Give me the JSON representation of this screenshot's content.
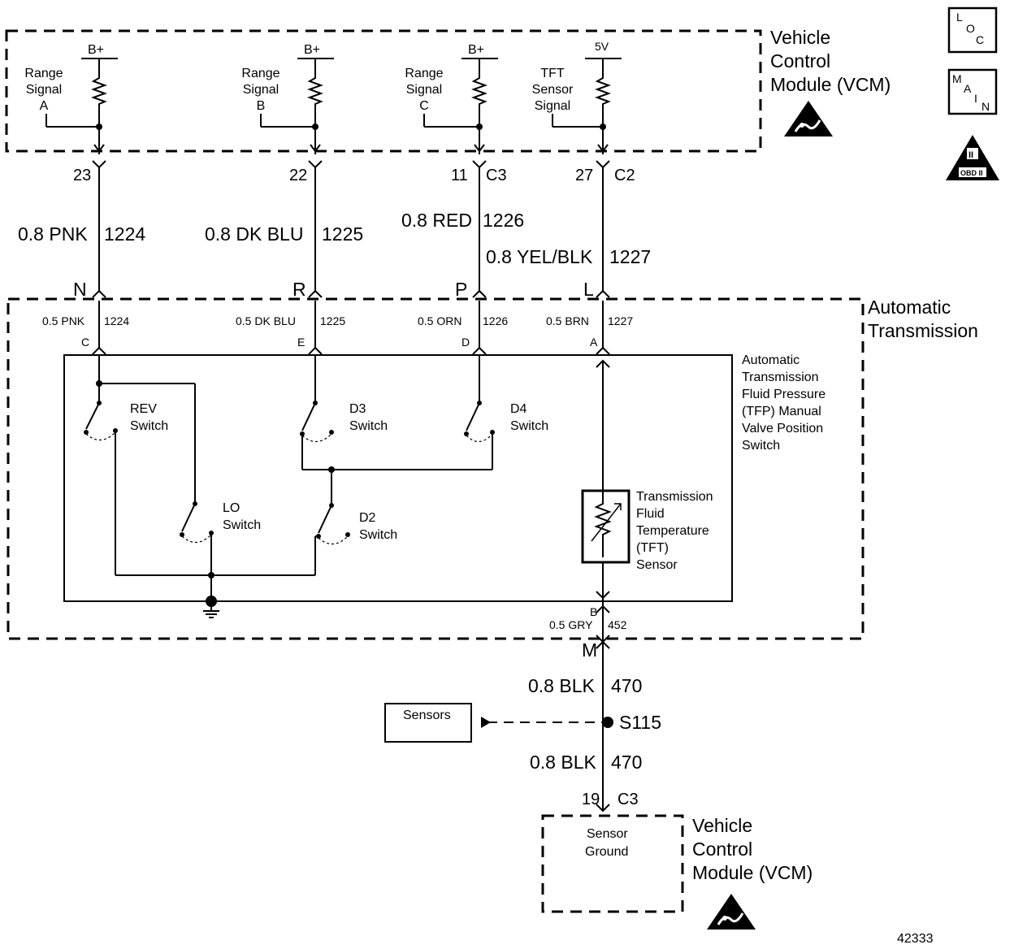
{
  "vcm_top": {
    "title_lines": [
      "Vehicle",
      "Control",
      "Module (VCM)"
    ],
    "supplies": [
      "B+",
      "B+",
      "B+",
      "5V"
    ],
    "signals": [
      {
        "lines": [
          "Range",
          "Signal",
          "A"
        ]
      },
      {
        "lines": [
          "Range",
          "Signal",
          "B"
        ]
      },
      {
        "lines": [
          "Range",
          "Signal",
          "C"
        ]
      },
      {
        "lines": [
          "TFT",
          "Sensor",
          "Signal"
        ]
      }
    ],
    "pins": [
      "23",
      "22",
      "11",
      "27"
    ],
    "connectors": [
      "C3",
      "C2"
    ]
  },
  "harness_wires": [
    {
      "label": "0.8 PNK",
      "circuit": "1224",
      "connector_letter": "N"
    },
    {
      "label": "0.8 DK BLU",
      "circuit": "1225",
      "connector_letter": "R"
    },
    {
      "label": "0.8 RED",
      "circuit": "1226",
      "connector_letter": "P"
    },
    {
      "label": "0.8 YEL/BLK",
      "circuit": "1227",
      "connector_letter": "L"
    }
  ],
  "transmission": {
    "title_lines": [
      "Automatic",
      "Transmission"
    ],
    "internal_wires": [
      {
        "label": "0.5 PNK",
        "circuit": "1224",
        "pin": "C"
      },
      {
        "label": "0.5 DK BLU",
        "circuit": "1225",
        "pin": "E"
      },
      {
        "label": "0.5 ORN",
        "circuit": "1226",
        "pin": "D"
      },
      {
        "label": "0.5 BRN",
        "circuit": "1227",
        "pin": "A"
      }
    ],
    "tfp_title_lines": [
      "Automatic",
      "Transmission",
      "Fluid Pressure",
      "(TFP) Manual",
      "Valve Position",
      "Switch"
    ],
    "switches": [
      {
        "lines": [
          "REV",
          "Switch"
        ]
      },
      {
        "lines": [
          "D3",
          "Switch"
        ]
      },
      {
        "lines": [
          "D4",
          "Switch"
        ]
      },
      {
        "lines": [
          "LO",
          "Switch"
        ]
      },
      {
        "lines": [
          "D2",
          "Switch"
        ]
      }
    ],
    "tft_sensor_lines": [
      "Transmission",
      "Fluid",
      "Temperature",
      "(TFT)",
      "Sensor"
    ],
    "ground_wire": {
      "pin": "B",
      "label": "0.5 GRY",
      "circuit": "452"
    }
  },
  "ground_path": {
    "connector_letter": "M",
    "wire1": {
      "label": "0.8 BLK",
      "circuit": "470"
    },
    "splice": "S115",
    "sensors_box": "Sensors",
    "wire2": {
      "label": "0.8 BLK",
      "circuit": "470"
    },
    "pin": "19",
    "connector": "C3"
  },
  "vcm_bottom": {
    "title_lines": [
      "Vehicle",
      "Control",
      "Module (VCM)"
    ],
    "inner_lines": [
      "Sensor",
      "Ground"
    ]
  },
  "side_icons": {
    "loc": [
      "L",
      "O",
      "C"
    ],
    "main": [
      "M",
      "A",
      "I",
      "N"
    ],
    "obd": [
      "II",
      "OBD II"
    ]
  },
  "figure_number": "42333"
}
